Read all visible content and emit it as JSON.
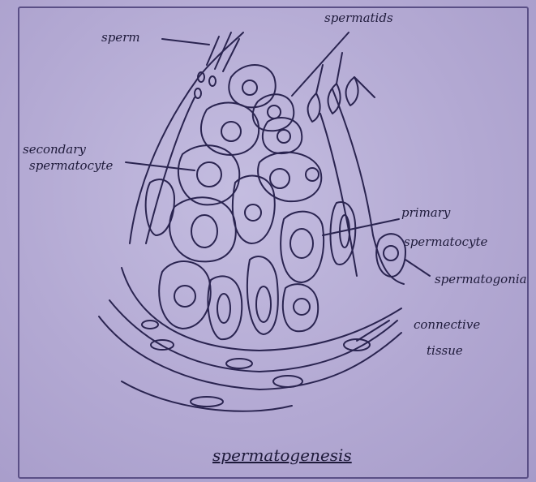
{
  "labels": {
    "sperm": "sperm",
    "spermatids": "spermatids",
    "secondary_1": "secondary",
    "secondary_2": "spermatocyte",
    "primary_1": "primary",
    "primary_2": "spermatocyte",
    "spermatogonia": "spermatogonia",
    "connective_1": "connective",
    "connective_2": "tissue",
    "title": "spermatogenesis"
  },
  "colors": {
    "ink": "#1e1a3a",
    "paper": "#b9b0d6",
    "border": "#5a4f86"
  }
}
